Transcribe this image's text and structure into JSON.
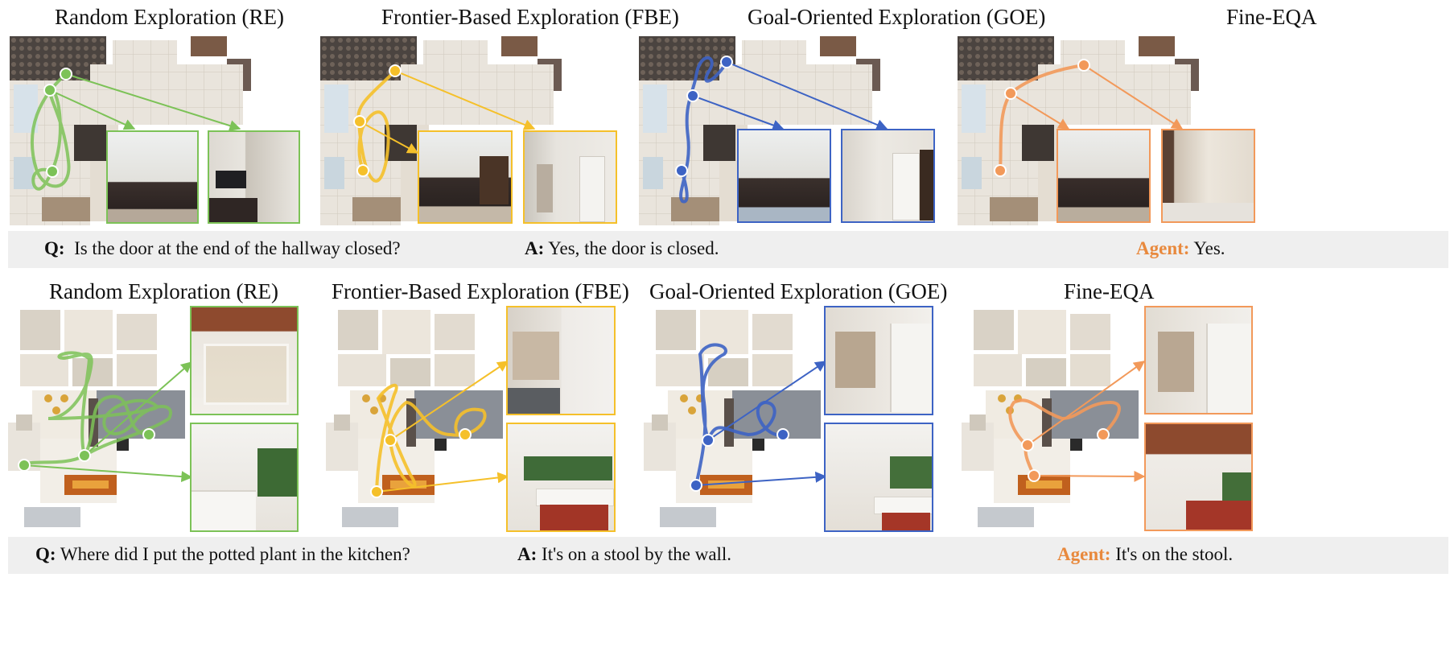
{
  "colors": {
    "re": "#7cc257",
    "fbe": "#f5c02a",
    "goe": "#3d63c4",
    "fine": "#f2995a",
    "agent": "#e8893d",
    "bar": "#efefef"
  },
  "row1": {
    "titles": {
      "re": "Random Exploration (RE)",
      "fbe": "Frontier-Based Exploration (FBE)",
      "goe": "Goal-Oriented Exploration (GOE)",
      "fine": "Fine-EQA"
    },
    "question_label": "Q:",
    "question": "Is the door at the end of the hallway closed?",
    "answer_label": "A:",
    "answer": "Yes, the door is closed.",
    "agent_label": "Agent:",
    "agent_answer": "Yes."
  },
  "row2": {
    "titles": {
      "re": "Random Exploration (RE)",
      "fbe": "Frontier-Based Exploration (FBE)",
      "goe": "Goal-Oriented Exploration (GOE)",
      "fine": "Fine-EQA"
    },
    "question_label": "Q:",
    "question": "Where did I put the potted plant in the kitchen?",
    "answer_label": "A:",
    "answer": "It's on a stool by the wall.",
    "agent_label": "Agent:",
    "agent_answer": "It's on the stool."
  }
}
